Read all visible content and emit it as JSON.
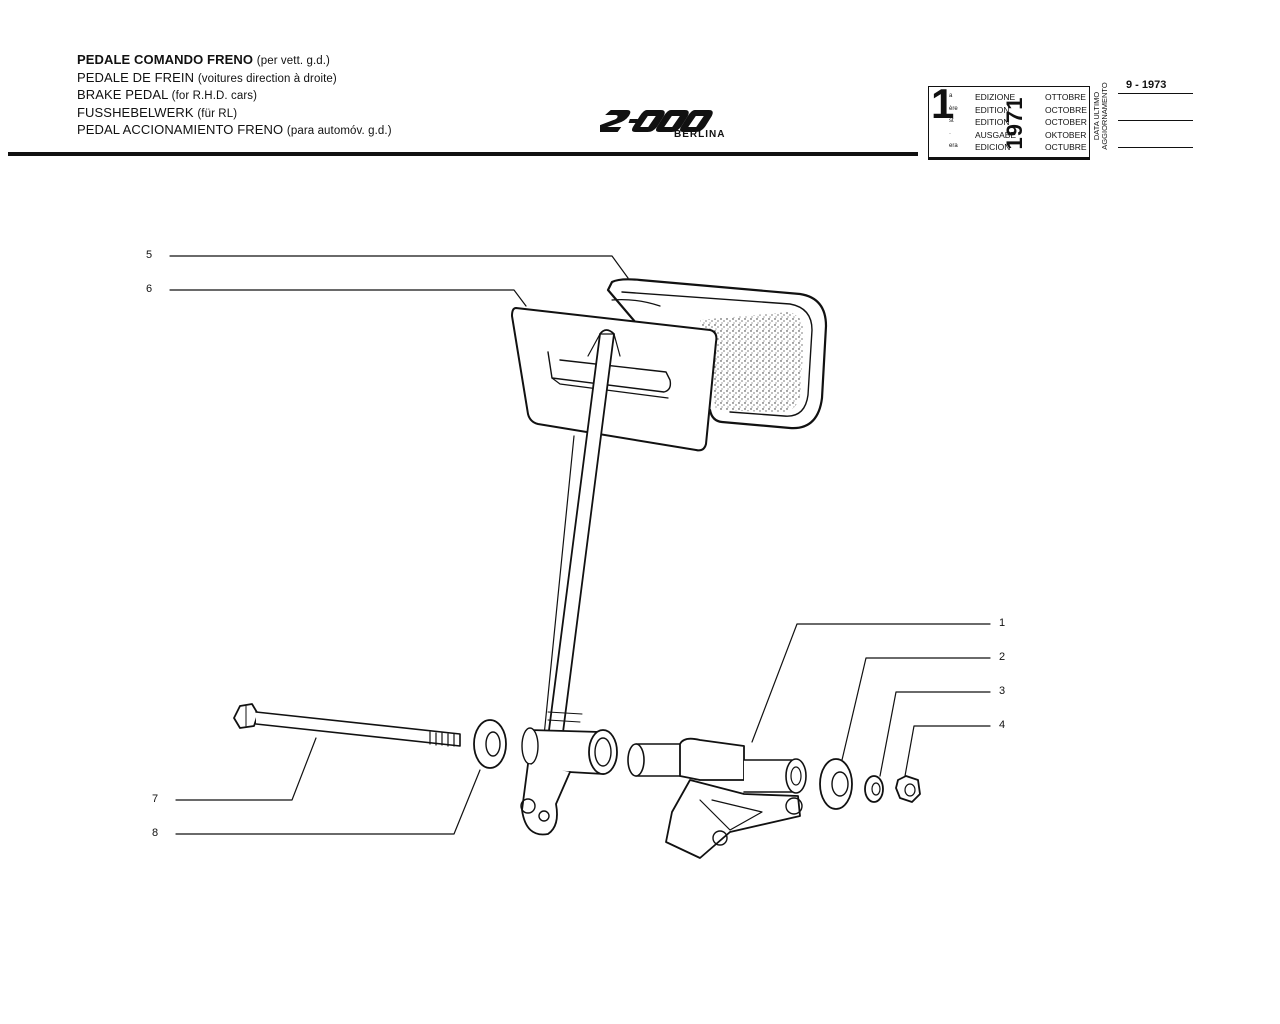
{
  "titles": [
    {
      "main": "PEDALE COMANDO FRENO",
      "sub": "(per vett. g.d.)"
    },
    {
      "main": "PEDALE DE FREIN",
      "sub": "(voitures direction à droite)"
    },
    {
      "main": "BRAKE PEDAL",
      "sub": "(for R.H.D. cars)"
    },
    {
      "main": "FUSSHEBELWERK",
      "sub": "(für RL)"
    },
    {
      "main": "PEDAL ACCIONAMIENTO FRENO",
      "sub": "(para automóv. g.d.)"
    }
  ],
  "model": {
    "logo": "2-000",
    "variant": "BERLINA"
  },
  "edition": {
    "number": "1",
    "suffixes": [
      "a",
      "ère",
      "st",
      "·",
      "era"
    ],
    "labels": [
      "EDIZIONE",
      "EDITION",
      "EDITION",
      "AUSGABE",
      "EDICION"
    ],
    "year": "1971",
    "months": [
      "OTTOBRE",
      "OCTOBRE",
      "OCTOBER",
      "OKTOBER",
      "OCTUBRE"
    ]
  },
  "update": {
    "label_line1": "DATA ULTIMO",
    "label_line2": "AGGIORNAMENTO",
    "date": "9 - 1973"
  },
  "callouts": [
    "5",
    "6",
    "1",
    "2",
    "3",
    "4",
    "7",
    "8"
  ]
}
